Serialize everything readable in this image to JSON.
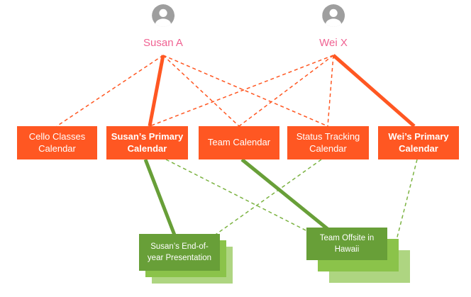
{
  "users": [
    {
      "id": "susan",
      "name": "Susan A"
    },
    {
      "id": "wei",
      "name": "Wei X"
    }
  ],
  "calendars": [
    {
      "id": "cello",
      "label": "Cello Classes Calendar",
      "bold": false
    },
    {
      "id": "susan_primary",
      "label": "Susan’s Primary Calendar",
      "bold": true
    },
    {
      "id": "team",
      "label": "Team Calendar",
      "bold": false
    },
    {
      "id": "status",
      "label": "Status Tracking Calendar",
      "bold": false
    },
    {
      "id": "wei_primary",
      "label": "Wei’s Primary Calendar",
      "bold": true
    }
  ],
  "events": [
    {
      "id": "susan_event",
      "label": "Susan’s End-of-year Presentation"
    },
    {
      "id": "team_offsite",
      "label": "Team Offsite in Hawaii"
    }
  ],
  "edges": [
    {
      "from": "susan",
      "to": "cello_t",
      "color": "#FF5722",
      "dashed": true
    },
    {
      "from": "susan",
      "to": "team_t",
      "color": "#FF5722",
      "dashed": true
    },
    {
      "from": "susan",
      "to": "status_t",
      "color": "#FF5722",
      "dashed": true
    },
    {
      "from": "wei",
      "to": "susan_primary_t",
      "color": "#FF5722",
      "dashed": true
    },
    {
      "from": "wei",
      "to": "team_t",
      "color": "#FF5722",
      "dashed": true
    },
    {
      "from": "wei",
      "to": "status_t",
      "color": "#FF5722",
      "dashed": true
    },
    {
      "from": "susan",
      "to": "susan_primary_t",
      "color": "#FF5722",
      "dashed": false,
      "width": 5
    },
    {
      "from": "wei",
      "to": "wei_primary_t",
      "color": "#FF5722",
      "dashed": false,
      "width": 5
    },
    {
      "from": "susan_primary_b2",
      "to": "team_offsite_c",
      "color": "#7CB342",
      "dashed": true
    },
    {
      "from": "status_b",
      "to": "susan_event_tr",
      "color": "#7CB342",
      "dashed": true
    },
    {
      "from": "wei_primary_b",
      "to": "team_offsite_r",
      "color": "#7CB342",
      "dashed": true
    },
    {
      "from": "susan_primary_b",
      "to": "susan_event_t",
      "color": "#689F38",
      "dashed": false,
      "width": 5
    },
    {
      "from": "team_b",
      "to": "team_offsite_l",
      "color": "#689F38",
      "dashed": false,
      "width": 5
    }
  ],
  "colors": {
    "orange": "#FF5722",
    "green_dark": "#689F38",
    "green_mid": "#8BC34A",
    "green_light": "#AED581",
    "green_dashed": "#7CB342",
    "pink": "#F06292",
    "avatar_gray": "#9E9E9E"
  }
}
